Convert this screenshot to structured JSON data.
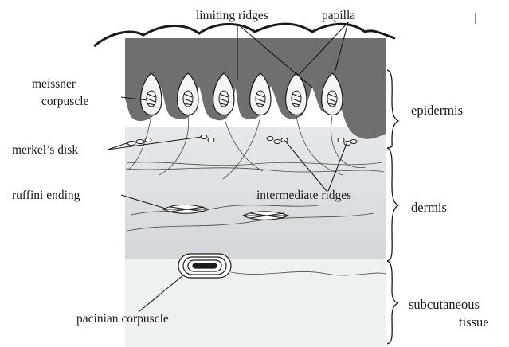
{
  "labels": {
    "limiting_ridges": "limiting ridges",
    "papilla": "papilla",
    "meissner_line1": "meissner",
    "meissner_line2": "corpuscle",
    "epidermis": "epidermis",
    "merkels_disk": "merkel’s disk",
    "ruffini_ending": "ruffini ending",
    "intermediate_ridges": "intermediate ridges",
    "dermis": "dermis",
    "pacinian_corpuscle": "pacinian corpuscle",
    "subcutaneous_line1": "subcutaneous",
    "subcutaneous_line2": "tissue"
  },
  "colors": {
    "epidermis_fill": "#6f6f6f",
    "dermis_fill": "#d9dde0",
    "subcutaneous_fill": "#eef1f2",
    "line": "#1a1a1a",
    "nerve": "#4a4a4a"
  }
}
